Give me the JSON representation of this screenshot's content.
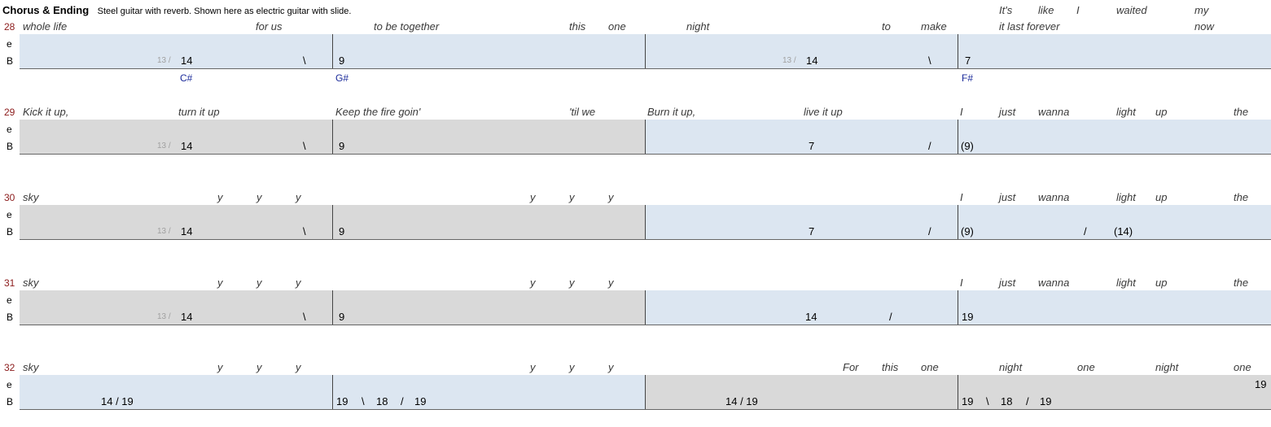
{
  "header": {
    "title": "Chorus & Ending",
    "description": "Steel guitar with reverb.  Shown here as electric guitar with slide."
  },
  "strings": [
    "e",
    "B"
  ],
  "chords": [
    "C#",
    "G#",
    "F#"
  ],
  "systems": [
    {
      "number": "28",
      "lyrics_above": [
        "It's",
        "like",
        "I",
        "waited",
        "my"
      ],
      "lyrics": [
        "whole life",
        "for us",
        "to be together",
        "this",
        "one",
        "night",
        "to",
        "make",
        "it  last forever",
        "now"
      ],
      "e_line": [],
      "b_line": [
        "13 /",
        "14",
        "\\",
        "9",
        "13 /",
        "14",
        "\\",
        "7"
      ]
    },
    {
      "number": "29",
      "lyrics": [
        "Kick it up,",
        "turn it up",
        "Keep the fire goin'",
        "'til we",
        "Burn it up,",
        "live it up",
        "I",
        "just",
        "wanna",
        "light",
        "up",
        "the"
      ],
      "e_line": [],
      "b_line": [
        "13 /",
        "14",
        "\\",
        "9",
        "7",
        "/",
        "(9)"
      ]
    },
    {
      "number": "30",
      "lyrics": [
        "sky",
        "y",
        "y",
        "y",
        "y",
        "y",
        "y",
        "I",
        "just",
        "wanna",
        "light",
        "up",
        "the"
      ],
      "e_line": [],
      "b_line": [
        "13 /",
        "14",
        "\\",
        "9",
        "7",
        "/",
        "(9)",
        "/",
        "(14)"
      ]
    },
    {
      "number": "31",
      "lyrics": [
        "sky",
        "y",
        "y",
        "y",
        "y",
        "y",
        "y",
        "I",
        "just",
        "wanna",
        "light",
        "up",
        "the"
      ],
      "e_line": [],
      "b_line": [
        "13 /",
        "14",
        "\\",
        "9",
        "14",
        "/",
        "19"
      ]
    },
    {
      "number": "32",
      "lyrics": [
        "sky",
        "y",
        "y",
        "y",
        "y",
        "y",
        "y",
        "For",
        "this",
        "one",
        "night",
        "one",
        "night",
        "one"
      ],
      "e_line": [
        "19"
      ],
      "b_line": [
        "14 / 19",
        "19",
        "\\",
        "18",
        "/",
        "19",
        "14 / 19",
        "19",
        "\\",
        "18",
        "/",
        "19"
      ]
    }
  ]
}
